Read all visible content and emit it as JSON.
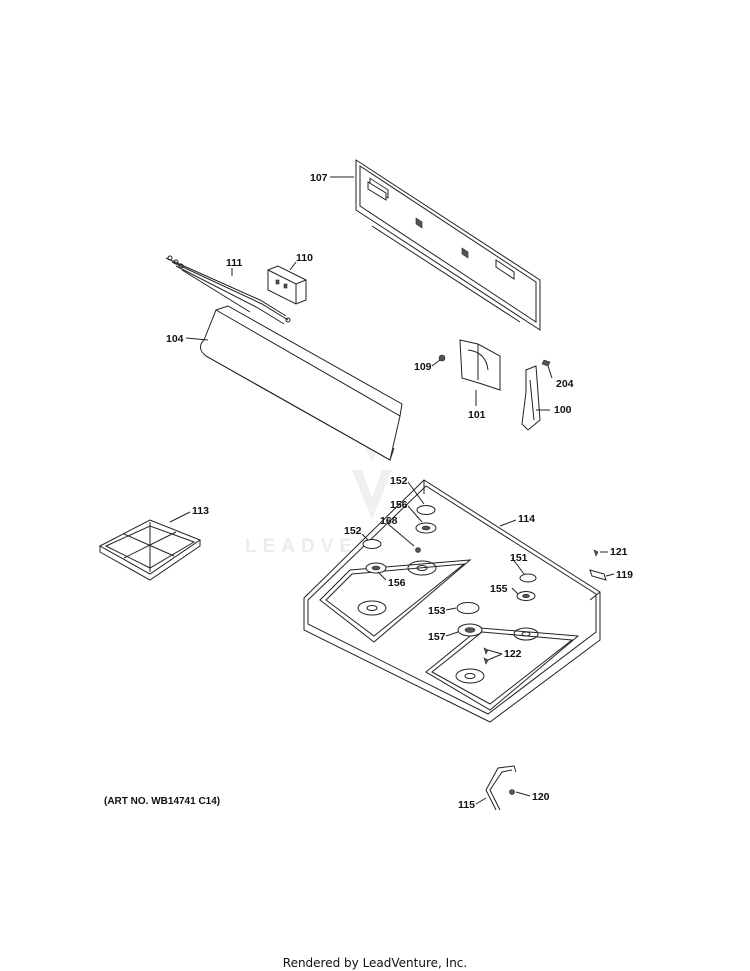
{
  "watermark": "LEADVENTURE",
  "art_number": "(ART NO. WB14741 C14)",
  "footer": "Rendered by LeadVenture, Inc.",
  "callouts": [
    "107",
    "111",
    "110",
    "104",
    "109",
    "204",
    "101",
    "100",
    "113",
    "152",
    "156",
    "168",
    "152",
    "156",
    "114",
    "151",
    "155",
    "153",
    "157",
    "122",
    "121",
    "119",
    "115",
    "120"
  ]
}
